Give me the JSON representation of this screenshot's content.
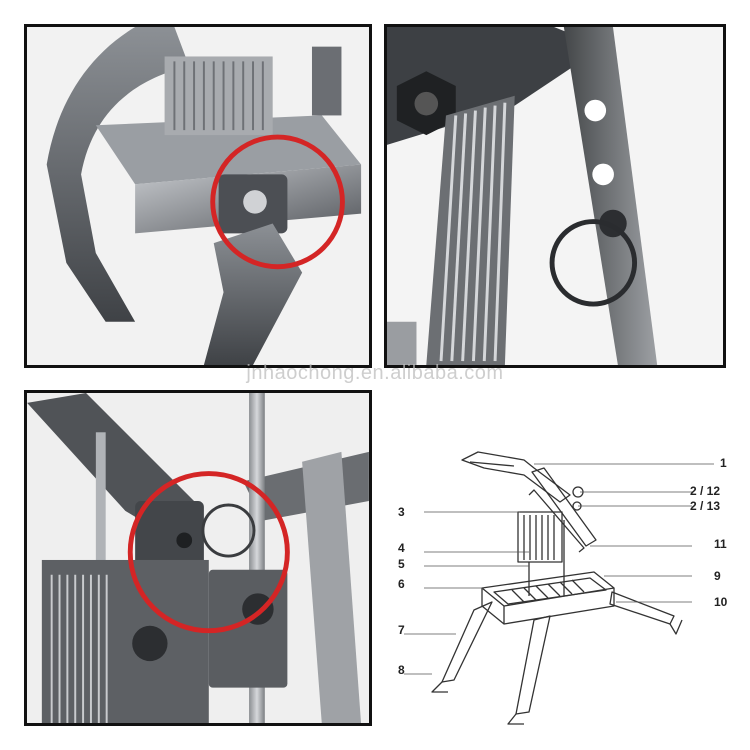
{
  "watermark": "jnhaochong.en.alibaba.com",
  "colors": {
    "highlight_circle": "#d42525",
    "metal_dark": "#5a5d62",
    "metal_light": "#b9bcc0",
    "background": "#ffffff"
  },
  "photos": [
    {
      "subject": "pivot-hinge-closeup"
    },
    {
      "subject": "blade-block-and-pin-closeup"
    },
    {
      "subject": "pin-lock-closeup"
    }
  ],
  "diagram": {
    "labels": [
      "1",
      "2 / 12",
      "2 / 13",
      "3",
      "4",
      "5",
      "6",
      "11",
      "9",
      "7",
      "10",
      "8"
    ]
  }
}
